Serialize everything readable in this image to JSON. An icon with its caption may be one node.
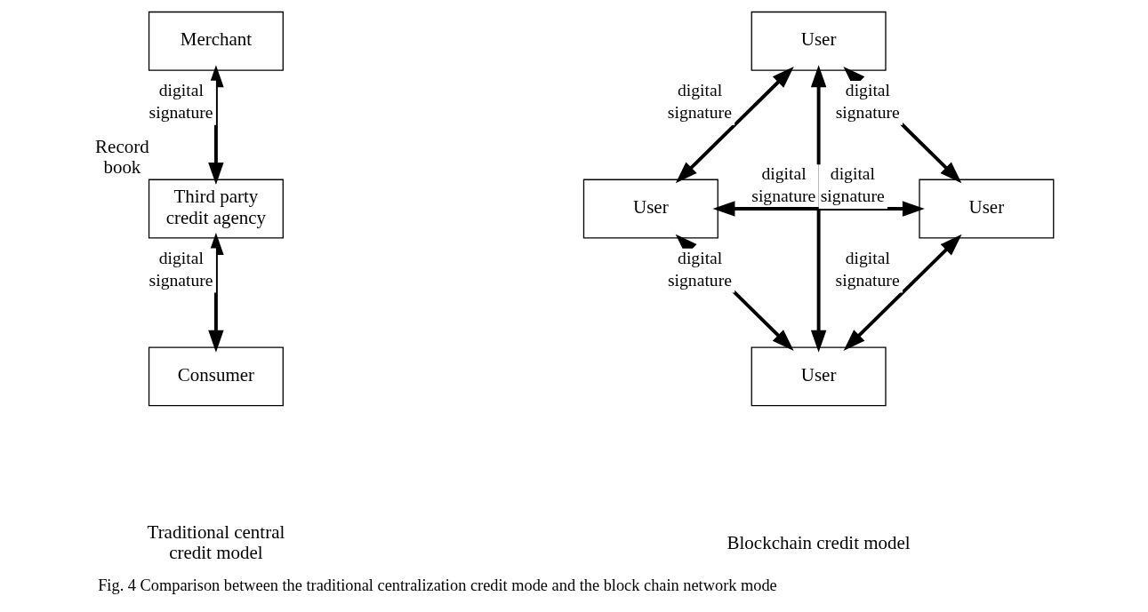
{
  "diagram": {
    "caption": "Fig. 4 Comparison between the traditional centralization credit mode and the block chain network mode",
    "nodes": [
      {
        "text": [
          "Merchant"
        ]
      },
      {
        "text": [
          "Third party credit agency"
        ],
        "beside": [
          "Record book"
        ]
      },
      {
        "text": [
          "Consumer"
        ]
      },
      {
        "text": [
          "User"
        ]
      },
      {
        "text": [
          "User"
        ]
      },
      {
        "text": [
          "User"
        ]
      },
      {
        "text": [
          "User"
        ]
      }
    ],
    "edges": [
      {
        "from": 0,
        "to": 1,
        "arrow": "both",
        "label": "digital signature"
      },
      {
        "from": 1,
        "to": 2,
        "arrow": "both",
        "label": "digital signature"
      },
      {
        "from": 3,
        "to": 4,
        "arrow": "both",
        "label": "digital signature"
      },
      {
        "from": 3,
        "to": 5,
        "arrow": "both",
        "label": "digital signature"
      },
      {
        "from": 3,
        "to": 6,
        "arrow": "both",
        "label": "digital signature"
      },
      {
        "from": 4,
        "to": 5,
        "arrow": "both",
        "label": "digital signature"
      },
      {
        "from": 4,
        "to": 6,
        "arrow": "both",
        "label": "digital signature"
      },
      {
        "from": 5,
        "to": 6,
        "arrow": "both",
        "label": "digital signature"
      }
    ],
    "labels": [
      "Traditional central credit model",
      "Blockchain credit model"
    ]
  }
}
